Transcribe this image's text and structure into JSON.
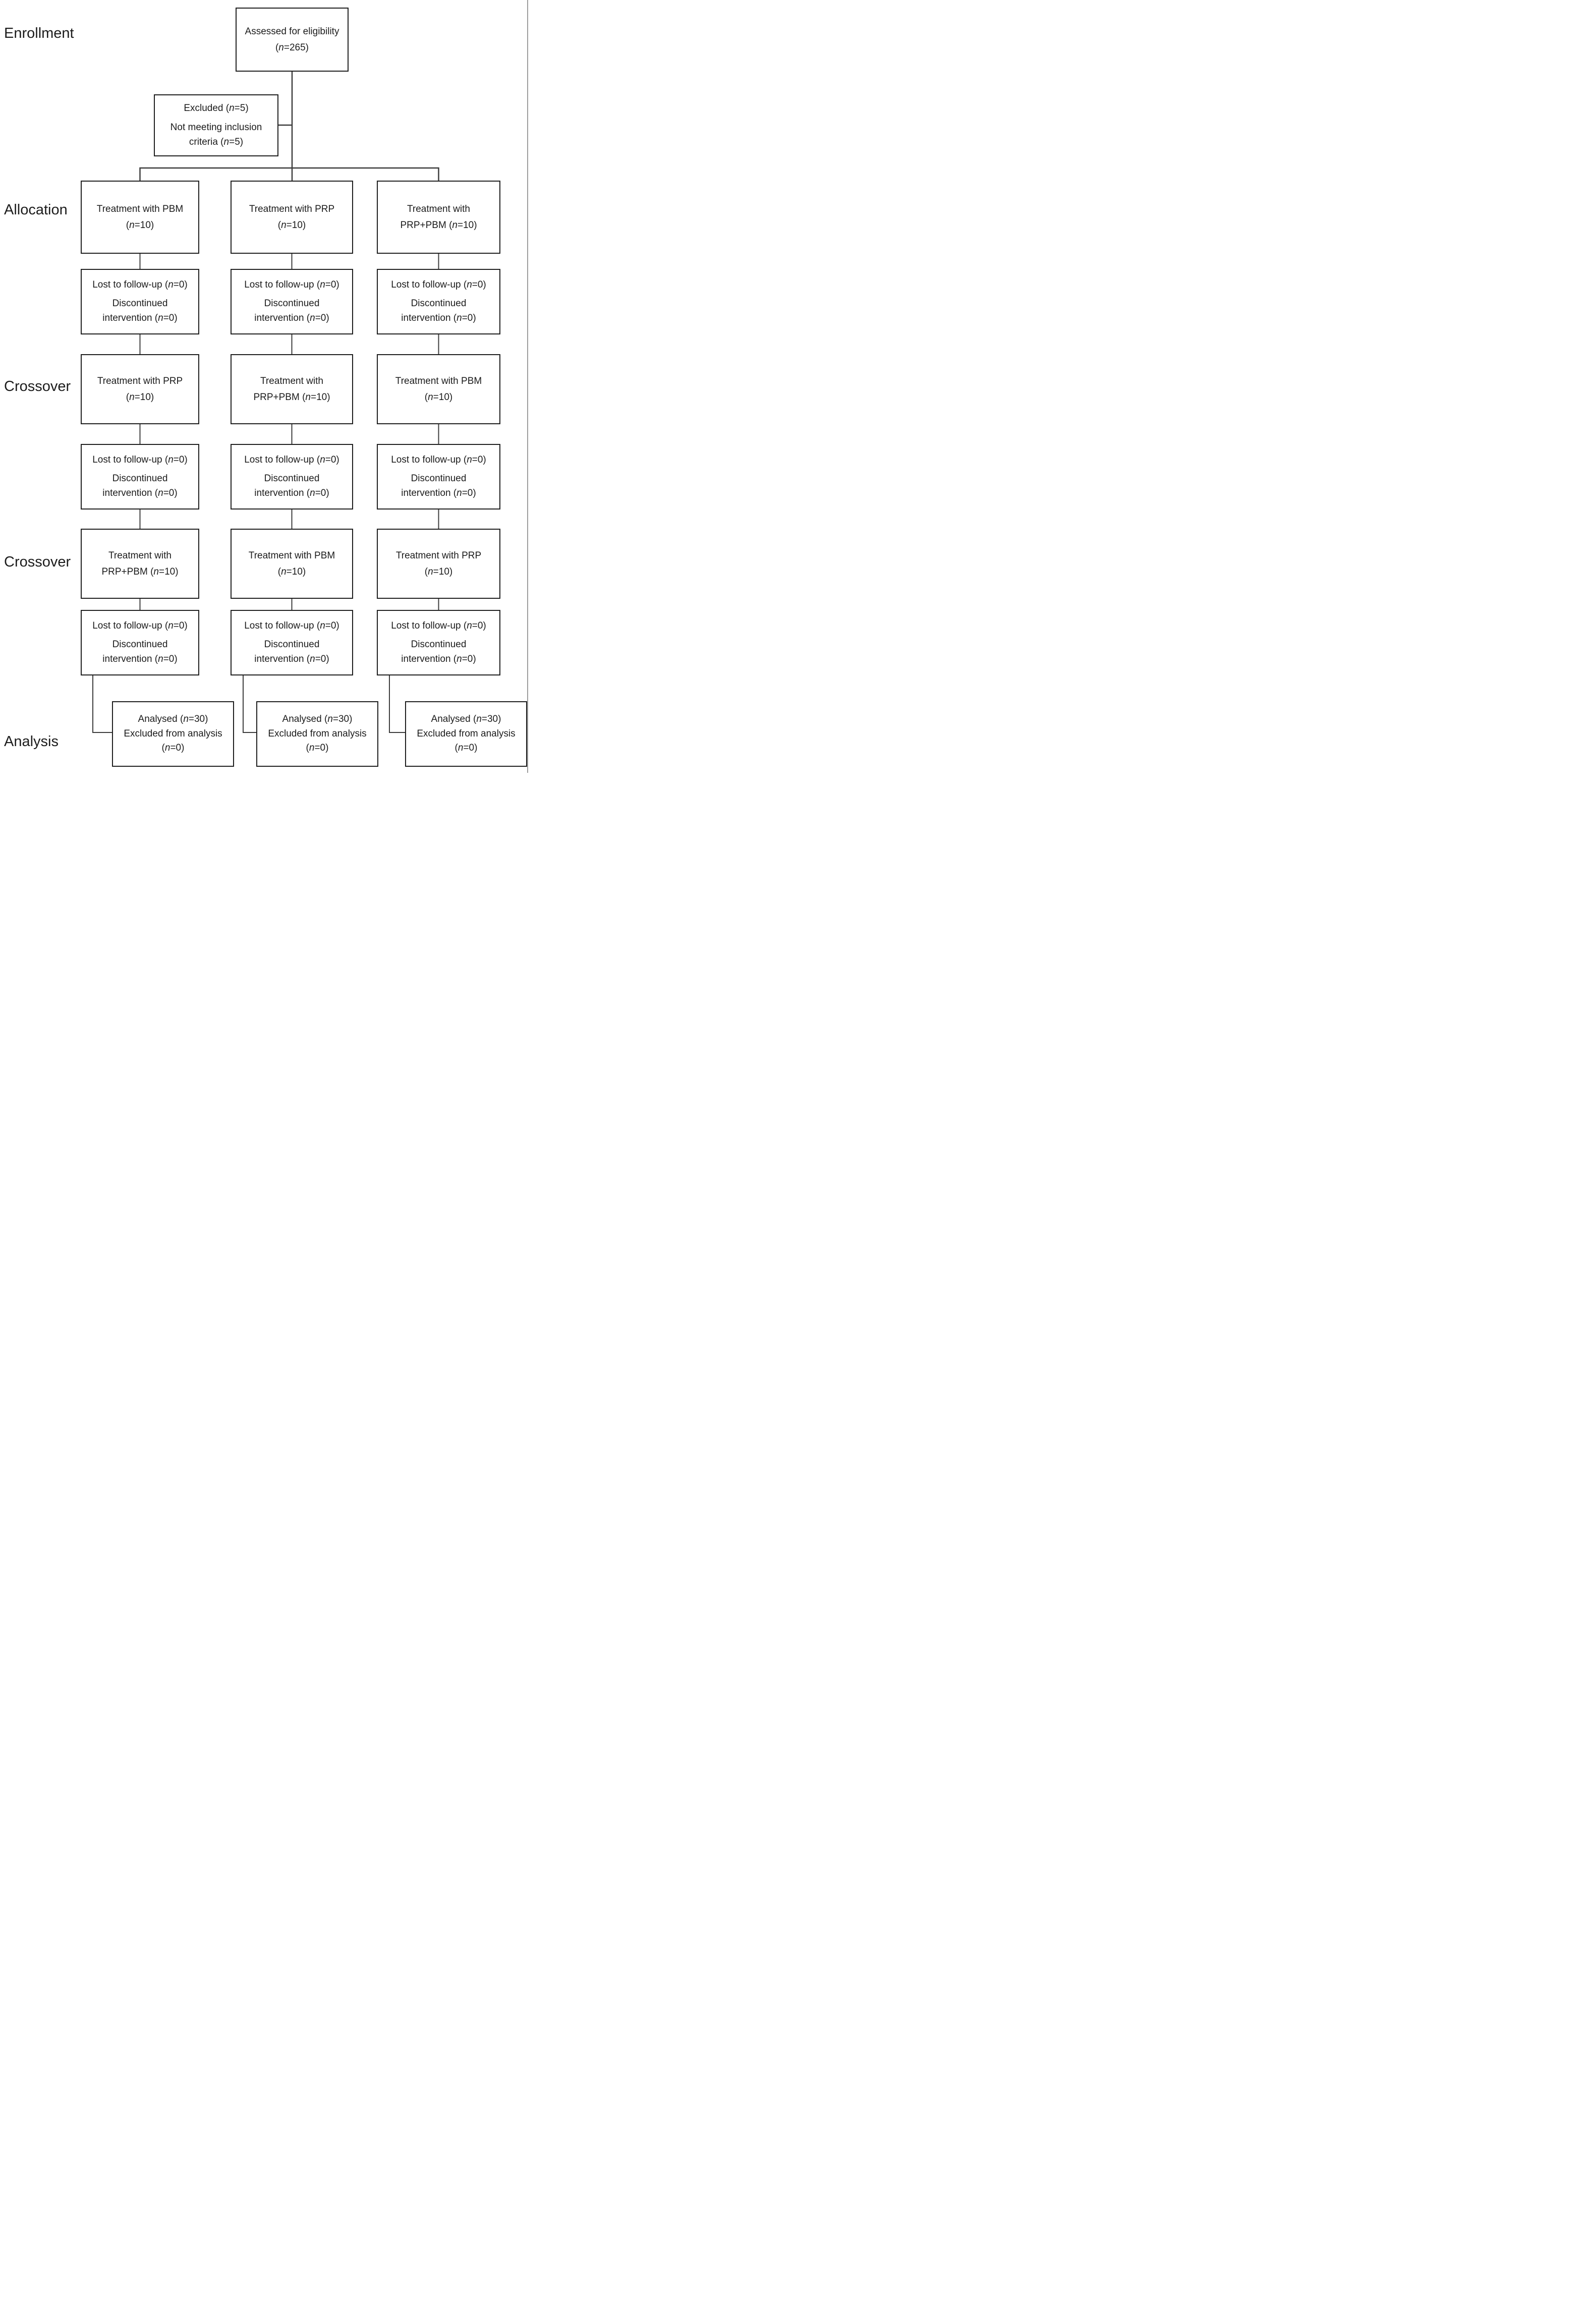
{
  "diagram": {
    "kind": "CONSORT-style crossover trial flow diagram",
    "colors": {
      "box_border": "#1f1f1f",
      "connector": "#3d3d3d",
      "text": "#1b1b1b",
      "background": "#ffffff"
    },
    "stages": [
      {
        "label": "Enrollment"
      },
      {
        "label": "Allocation"
      },
      {
        "label": "Crossover"
      },
      {
        "label": "Crossover"
      },
      {
        "label": "Analysis"
      }
    ],
    "enrollment": {
      "assessed": "Assessed for eligibility\n(n=265)",
      "excluded_p1": "Excluded (n=5)",
      "excluded_p2": "Not meeting inclusion\ncriteria (n=5)"
    },
    "allocation_arms": [
      "Treatment with PBM\n(n=10)",
      "Treatment with PRP\n(n=10)",
      "Treatment with\nPRP+PBM (n=10)"
    ],
    "followup": {
      "p1": "Lost to follow-up (n=0)",
      "p2": "Discontinued\nintervention (n=0)"
    },
    "crossover1_arms": [
      "Treatment with PRP\n(n=10)",
      "Treatment with\nPRP+PBM (n=10)",
      "Treatment with PBM\n(n=10)"
    ],
    "crossover2_arms": [
      "Treatment with\nPRP+PBM (n=10)",
      "Treatment with PBM\n(n=10)",
      "Treatment with PRP\n(n=10)"
    ],
    "analysis_result": "Analysed (n=30)\nExcluded from analysis\n(n=0)"
  }
}
